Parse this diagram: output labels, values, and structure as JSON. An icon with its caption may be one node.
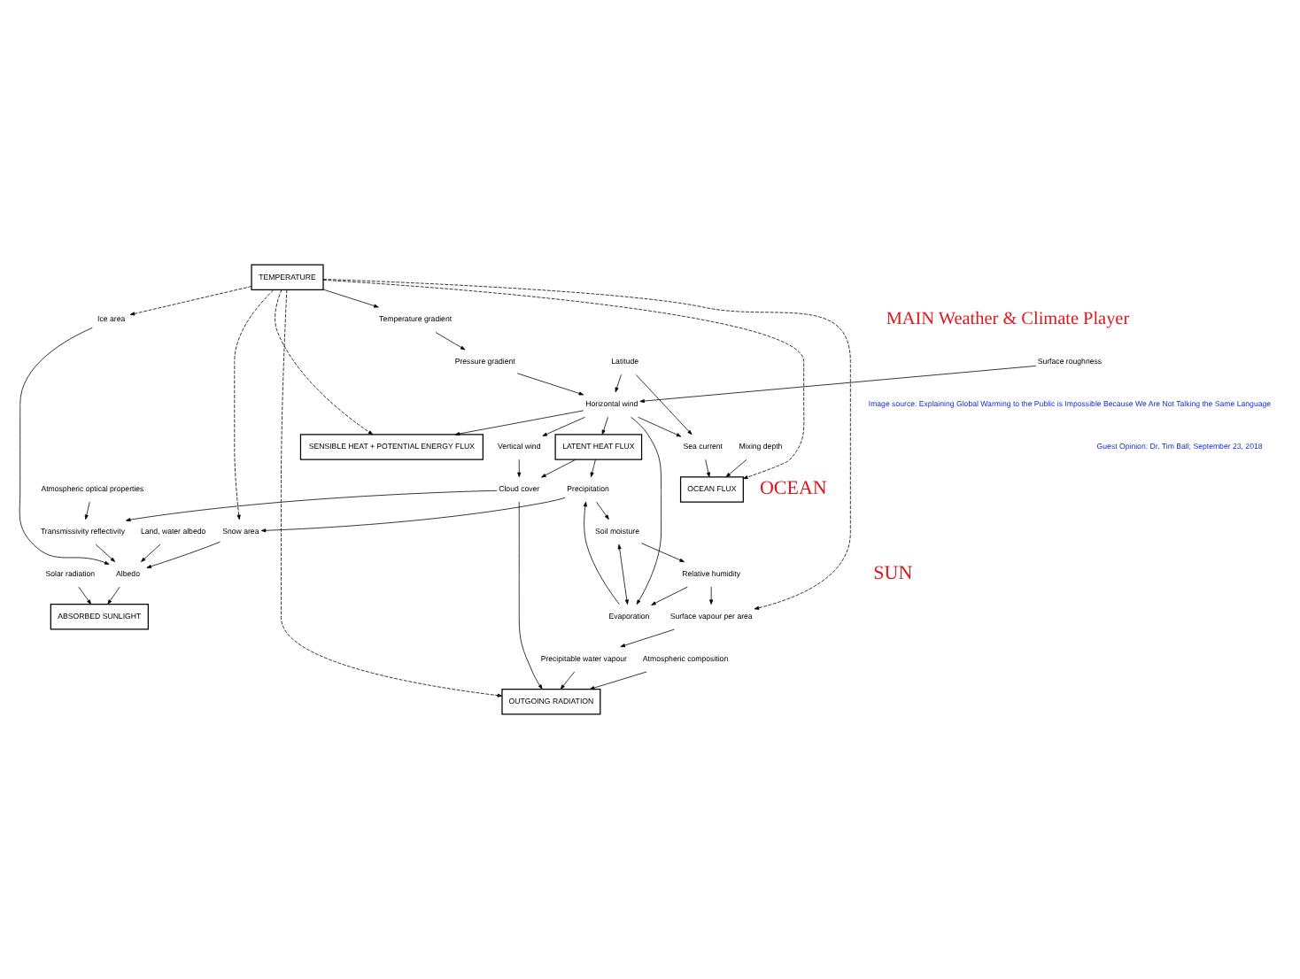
{
  "diagram": {
    "nodes": [
      {
        "text": [
          "Solar radiation"
        ]
      },
      {
        "text": [
          "ABSORBED SUNLIGHT"
        ]
      },
      {
        "text": [
          "Land, water albedo"
        ]
      },
      {
        "text": [
          "Atmospheric optical properties"
        ]
      },
      {
        "text": [
          "Albedo"
        ]
      },
      {
        "text": [
          "Ice area"
        ]
      },
      {
        "text": [
          "TEMPERATURE"
        ]
      },
      {
        "text": [
          "Transmissivity reflectivity"
        ]
      },
      {
        "text": [
          "Snow area"
        ]
      },
      {
        "text": [
          "OUTGOING RADIATION"
        ]
      },
      {
        "text": [
          "Cloud cover"
        ]
      },
      {
        "text": [
          "Precipitation"
        ]
      },
      {
        "text": [
          "Atmospheric composition"
        ]
      },
      {
        "text": [
          "Temperature gradient"
        ]
      },
      {
        "text": [
          "Precipitable water vapour"
        ]
      },
      {
        "text": [
          "LATENT HEAT FLUX"
        ]
      },
      {
        "text": [
          "Surface vapour per area"
        ]
      },
      {
        "text": [
          "Soil moisture"
        ]
      },
      {
        "text": [
          "Relative humidity"
        ]
      },
      {
        "text": [
          "Evaporation"
        ]
      },
      {
        "text": [
          "Pressure gradient"
        ]
      },
      {
        "text": [
          "Vertical wind"
        ]
      },
      {
        "text": [
          "Horizontal wind"
        ]
      },
      {
        "text": [
          "SENSIBLE HEAT + POTENTIAL ENERGY FLUX"
        ]
      },
      {
        "text": [
          "Latitude"
        ]
      },
      {
        "text": [
          "Surface roughness"
        ]
      },
      {
        "text": [
          "Sea current"
        ]
      },
      {
        "text": [
          "OCEAN FLUX"
        ]
      },
      {
        "text": [
          "Mixing depth"
        ]
      }
    ],
    "edges": [
      {
        "from": 0,
        "to": 1,
        "arrow": "to"
      },
      {
        "from": 4,
        "to": 1,
        "arrow": "to"
      },
      {
        "from": 2,
        "to": 4,
        "arrow": "to"
      },
      {
        "from": 5,
        "to": 4,
        "arrow": "to"
      },
      {
        "from": 6,
        "to": 5,
        "arrow": "to",
        "style": "dashed"
      },
      {
        "from": 6,
        "to": 8,
        "arrow": "to",
        "style": "dashed"
      },
      {
        "from": 8,
        "to": 4,
        "arrow": "to"
      },
      {
        "from": 7,
        "to": 4,
        "arrow": "to"
      },
      {
        "from": 3,
        "to": 7,
        "arrow": "to"
      },
      {
        "from": 10,
        "to": 7,
        "arrow": "to"
      },
      {
        "from": 10,
        "to": 9,
        "arrow": "to"
      },
      {
        "from": 6,
        "to": 9,
        "arrow": "to",
        "style": "dashed"
      },
      {
        "from": 6,
        "to": 16,
        "arrow": "to",
        "style": "dashed"
      },
      {
        "from": 6,
        "to": 13,
        "arrow": "to"
      },
      {
        "from": 6,
        "to": 23,
        "arrow": "to",
        "style": "dashed"
      },
      {
        "from": 6,
        "to": 27,
        "arrow": "to",
        "style": "dashed"
      },
      {
        "from": 13,
        "to": 20,
        "arrow": "to"
      },
      {
        "from": 12,
        "to": 9,
        "arrow": "to"
      },
      {
        "from": 14,
        "to": 9,
        "arrow": "to"
      },
      {
        "from": 16,
        "to": 14,
        "arrow": "to"
      },
      {
        "from": 18,
        "to": 16,
        "arrow": "to"
      },
      {
        "from": 17,
        "to": 18,
        "arrow": "to"
      },
      {
        "from": 11,
        "to": 17,
        "arrow": "to"
      },
      {
        "from": 11,
        "to": 8,
        "arrow": "to"
      },
      {
        "from": 15,
        "to": 10,
        "arrow": "to"
      },
      {
        "from": 15,
        "to": 11,
        "arrow": "to"
      },
      {
        "from": 19,
        "to": 11,
        "arrow": "to"
      },
      {
        "from": 17,
        "to": 19,
        "arrow": "both"
      },
      {
        "from": 18,
        "to": 19,
        "arrow": "to"
      },
      {
        "from": 20,
        "to": 22,
        "arrow": "to"
      },
      {
        "from": 22,
        "to": 19,
        "arrow": "to"
      },
      {
        "from": 22,
        "to": 15,
        "arrow": "to"
      },
      {
        "from": 22,
        "to": 21,
        "arrow": "to"
      },
      {
        "from": 21,
        "to": 10,
        "arrow": "to"
      },
      {
        "from": 22,
        "to": 23,
        "arrow": "to"
      },
      {
        "from": 22,
        "to": 26,
        "arrow": "to"
      },
      {
        "from": 25,
        "to": 22,
        "arrow": "to"
      },
      {
        "from": 24,
        "to": 22,
        "arrow": "to"
      },
      {
        "from": 24,
        "to": 26,
        "arrow": "to"
      },
      {
        "from": 26,
        "to": 27,
        "arrow": "to"
      },
      {
        "from": 28,
        "to": 27,
        "arrow": "to"
      }
    ],
    "labels": [
      "SUN",
      "MAIN Weather & Climate Player",
      "OCEAN",
      "Image source: Explaining Global Warming to the Public is Impossible Because We Are Not Talking the Same Language",
      "Guest Opinion: Dr. Tim Ball; September 23, 2018"
    ]
  }
}
